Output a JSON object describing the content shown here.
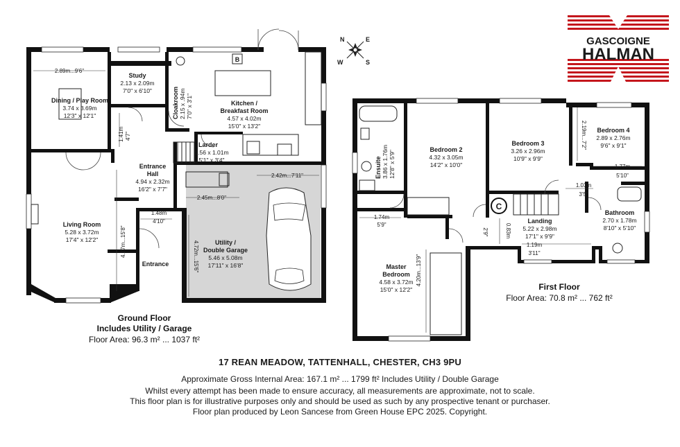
{
  "brand": {
    "line1": "GASCOIGNE",
    "line2": "HALMAN",
    "red": "#c4161c"
  },
  "compass": {
    "n": "N",
    "e": "E",
    "s": "S",
    "w": "W"
  },
  "ground_floor": {
    "title1": "Ground Floor",
    "title2": "Includes Utility / Garage",
    "area": "Floor Area: 96.3 m² ... 1037 ft²",
    "rooms": {
      "dining": {
        "name": "Dining / Play Room",
        "metric": "3.74 x 3.69m",
        "imperial": "12'3\" x 12'1\""
      },
      "study": {
        "name": "Study",
        "metric": "2.13 x 2.09m",
        "imperial": "7'0\" x 6'10\""
      },
      "cloakroom": {
        "name": "Cloakroom",
        "metric": "2.15 x .94m",
        "imperial": "7'0\" x 3'1\""
      },
      "kitchen": {
        "name1": "Kitchen /",
        "name2": "Breakfast Room",
        "metric": "4.57 x 4.02m",
        "imperial": "15'0\" x 13'2\""
      },
      "larder": {
        "name": "Larder",
        "metric": "1.56 x 1.01m",
        "imperial": "5'1\" x 3'4\""
      },
      "hall": {
        "name1": "Entrance",
        "name2": "Hall",
        "metric": "4.94 x 2.32m",
        "imperial": "16'2\" x 7'7\""
      },
      "living": {
        "name": "Living Room",
        "metric": "5.28 x 3.72m",
        "imperial": "17'4\" x 12'2\""
      },
      "utility": {
        "name1": "Utility /",
        "name2": "Double Garage",
        "metric": "5.46 x 5.08m",
        "imperial": "17'11\" x 16'8\""
      },
      "entrance": {
        "name": "Entrance"
      }
    },
    "dims": {
      "d1": "2.89m...9'6\"",
      "d2": "1.41m",
      "d3": "4'7\"",
      "d4": "4.77m...15'8\"",
      "d5": "1.48m",
      "d6": "4'10\"",
      "d7": "2.42m...7'11\"",
      "d8": "2.45m...8'0\"",
      "d9": "4.72m...15'6\""
    },
    "boiler": "B"
  },
  "first_floor": {
    "title": "First Floor",
    "area": "Floor Area: 70.8 m² ... 762 ft²",
    "rooms": {
      "ensuite": {
        "name": "Ensuite",
        "metric": "3.86 x 1.76m",
        "imperial": "12'8\" x 5'9\""
      },
      "bed2": {
        "name": "Bedroom 2",
        "metric": "4.32 x 3.05m",
        "imperial": "14'2\" x 10'0\""
      },
      "bed3": {
        "name": "Bedroom 3",
        "metric": "3.26 x 2.96m",
        "imperial": "10'9\" x 9'9\""
      },
      "bed4": {
        "name": "Bedroom 4",
        "metric": "2.89 x 2.76m",
        "imperial": "9'6\" x 9'1\""
      },
      "landing": {
        "name": "Landing",
        "metric": "5.22 x 2.98m",
        "imperial": "17'1\" x 9'9\""
      },
      "bathroom": {
        "name": "Bathroom",
        "metric": "2.70 x 1.78m",
        "imperial": "8'10\" x 5'10\""
      },
      "master": {
        "name1": "Master",
        "name2": "Bedroom",
        "metric": "4.58 x 3.72m",
        "imperial": "15'0\" x 12'2\""
      }
    },
    "dims": {
      "d1": "2.19m...7'2\"",
      "d2": "1.77m",
      "d3": "5'10\"",
      "d4": "1.03m",
      "d5": "3'5\"",
      "d6": "1.74m",
      "d7": "5'9\"",
      "d8": "0.83m",
      "d9": "2'9\"",
      "d10": "1.19m",
      "d11": "3'11\"",
      "d12": "4.20m...13'9\""
    },
    "cylinder": "C"
  },
  "footer": {
    "address": "17 REAN MEADOW, TATTENHALL, CHESTER, CH3 9PU",
    "gross": "Approximate Gross Internal Area: 167.1 m² ... 1799 ft² Includes Utility / Double Garage",
    "disclaimer1": "Whilst every attempt has been made to ensure accuracy, all measurements are approximate, not to scale.",
    "disclaimer2": "This floor plan is for illustrative purposes only and should be used as such by any prospective tenant or purchaser.",
    "disclaimer3": "Floor plan produced by Leon Sancese from Green House EPC 2025. Copyright."
  }
}
